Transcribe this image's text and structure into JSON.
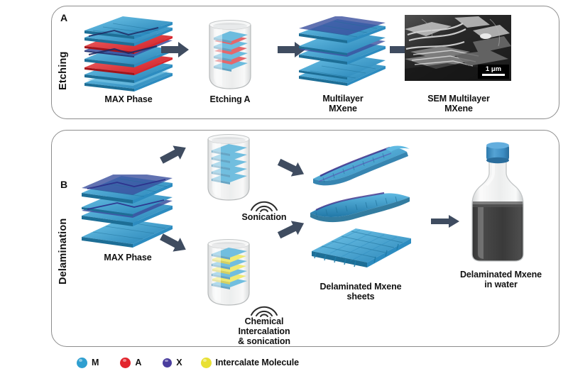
{
  "figure": {
    "background_color": "#ffffff",
    "panel_border_color": "#8d8d8d",
    "arrow_color": "#3f4c60"
  },
  "panels": [
    {
      "id": "A",
      "letter": "A",
      "side_label": "Etching",
      "steps": [
        {
          "key": "max_phase",
          "caption": "MAX Phase",
          "type": "layered-stack"
        },
        {
          "key": "etching_a",
          "caption": "Etching A",
          "type": "beaker"
        },
        {
          "key": "multilayer_mxene",
          "caption": "Multilayer\nMXene",
          "type": "layered-stack"
        },
        {
          "key": "sem_multilayer_mxene",
          "caption": "SEM Multilayer\nMXene",
          "type": "sem-image"
        }
      ],
      "sem": {
        "scalebar_label": "1 μm"
      }
    },
    {
      "id": "B",
      "letter": "B",
      "side_label": "Delamination",
      "steps": [
        {
          "key": "max_phase",
          "caption": "MAX Phase",
          "type": "layered-stack"
        },
        {
          "key": "sonication",
          "caption": "Sonication",
          "type": "beaker-sonic"
        },
        {
          "key": "chemical_intercalation",
          "caption": "Chemical\nIntercalation\n& sonication",
          "type": "beaker-sonic"
        },
        {
          "key": "delaminated_sheets",
          "caption": "Delaminated Mxene\nsheets",
          "type": "sheets"
        },
        {
          "key": "delaminated_in_water",
          "caption": "Delaminated Mxene\nin water",
          "type": "bottle"
        }
      ]
    }
  ],
  "legend": {
    "items": [
      {
        "label": "M",
        "color": "#2f9fd0"
      },
      {
        "label": "A",
        "color": "#e2242c"
      },
      {
        "label": "X",
        "color": "#4a3d9e"
      },
      {
        "label": "Intercalate Molecule",
        "color": "#e8e033"
      }
    ]
  },
  "colors": {
    "m_blue": "#2f9fd0",
    "m_blue_dark": "#1f7ba8",
    "m_blue_light": "#69c0e4",
    "a_red": "#e2242c",
    "x_purple": "#4a3d9e",
    "intercalate_yellow": "#e8e033",
    "glass": "#e9eaea",
    "liquid_dark": "#3b3b3b",
    "cap_blue": "#3e8fc4"
  }
}
